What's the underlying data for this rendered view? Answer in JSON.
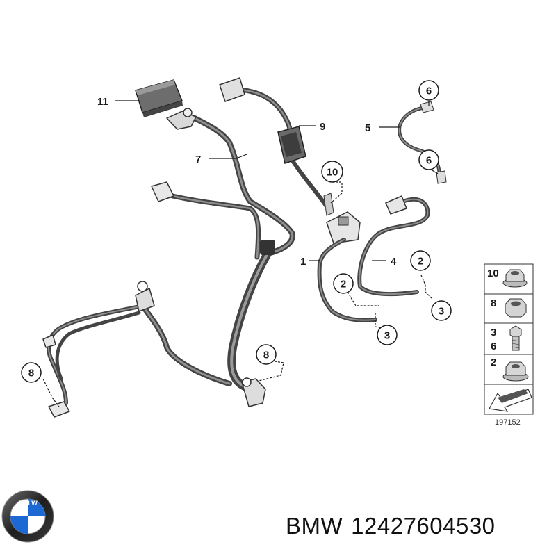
{
  "callouts": {
    "c11": "11",
    "c9": "9",
    "c7": "7",
    "c10": "10",
    "c6a": "6",
    "c5": "5",
    "c6b": "6",
    "c1": "1",
    "c4": "4",
    "c2a": "2",
    "c2b": "2",
    "c3a": "3",
    "c3b": "3",
    "c8a": "8",
    "c8b": "8"
  },
  "legend": {
    "row1": "10",
    "row2": "8",
    "row3a": "3",
    "row3b": "6",
    "row4": "2"
  },
  "diagram_id": "197152",
  "caption": {
    "brand": "BMW",
    "part_number": "12427604530"
  },
  "colors": {
    "cable": "#555555",
    "cable_highlight": "#9a9a9a",
    "line": "#1a1a1a",
    "bmw_blue": "#1c69d4"
  }
}
